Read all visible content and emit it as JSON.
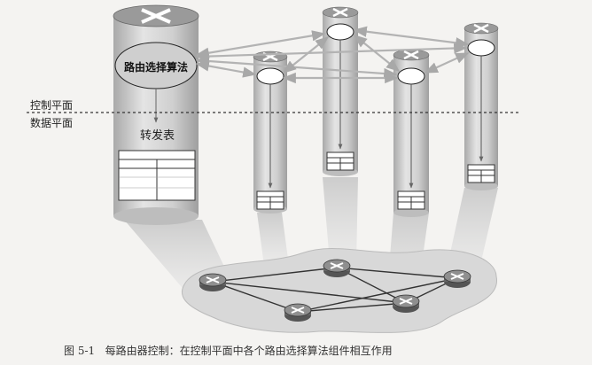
{
  "labels": {
    "control_plane": "控制平面",
    "data_plane": "数据平面",
    "routing_algorithm": "路由选择算法",
    "forwarding_table": "转发表"
  },
  "caption": {
    "number": "图 5-1",
    "text": "每路由器控制：在控制平面中各个路由选择算法组件相互作用"
  },
  "colors": {
    "router_body": "#c9c9c9",
    "router_top": "#9a9a9a",
    "arrow": "#b8b8b8",
    "beam": "#d4d4d4",
    "network_blob": "#d9d9d9",
    "divider": "#333333"
  },
  "icons": [
    "router-x-icon"
  ]
}
